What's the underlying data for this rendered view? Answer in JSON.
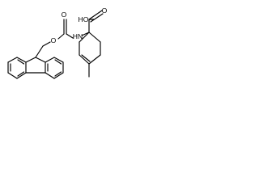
{
  "molecule": {
    "atom_labels": {
      "carbamate_oxygen": "O",
      "ester_oxygen": "O",
      "amide_nitrogen": "HN",
      "hydroxyl": "HO",
      "acid_carbonyl_oxygen": "O"
    },
    "colors": {
      "bond": "#000000",
      "label": "#000000",
      "background": "#ffffff"
    }
  }
}
